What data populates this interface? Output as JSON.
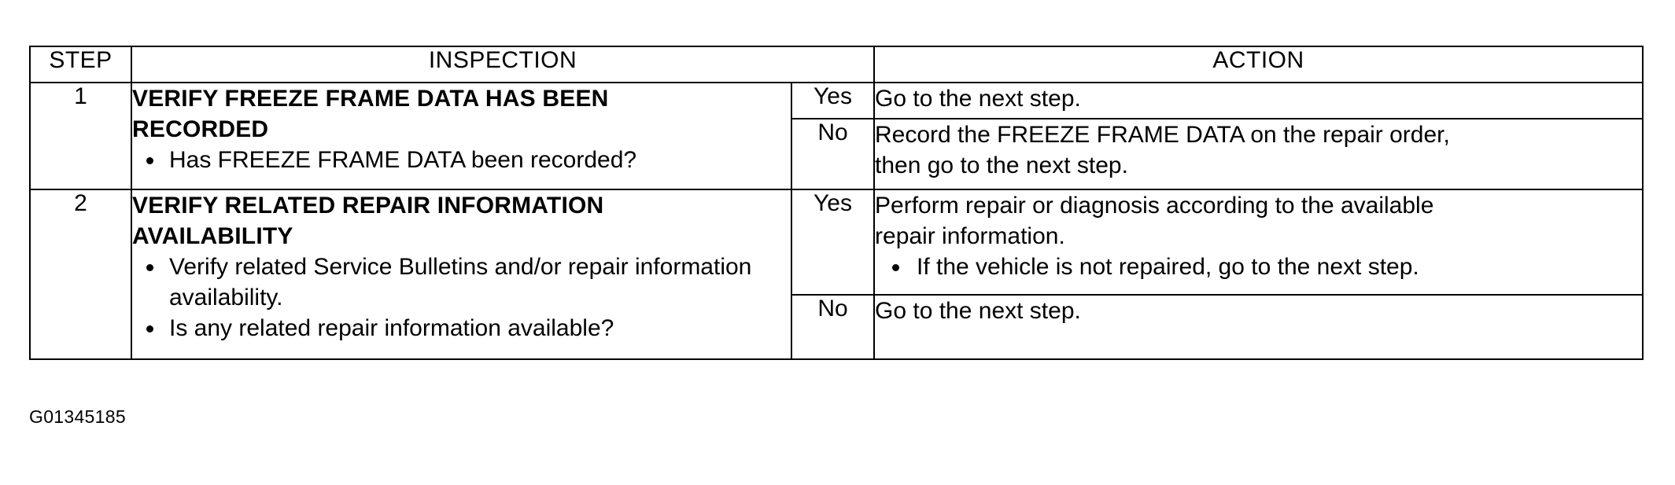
{
  "document": {
    "caption": "G01345185"
  },
  "table": {
    "headers": {
      "step": "STEP",
      "inspection": "INSPECTION",
      "action": "ACTION"
    },
    "rows": [
      {
        "step": "1",
        "inspection": {
          "title_lines": [
            "VERIFY FREEZE FRAME DATA HAS BEEN",
            "RECORDED"
          ],
          "bullets": [
            "Has FREEZE FRAME DATA been recorded?"
          ]
        },
        "branches": [
          {
            "answer": "Yes",
            "lines": [
              "Go to the next step."
            ],
            "bullets": []
          },
          {
            "answer": "No",
            "lines": [
              "Record the FREEZE FRAME DATA on the repair order,",
              "then go to the next step."
            ],
            "bullets": []
          }
        ]
      },
      {
        "step": "2",
        "inspection": {
          "title_lines": [
            "VERIFY RELATED REPAIR INFORMATION",
            "AVAILABILITY"
          ],
          "bullets": [
            "Verify related Service Bulletins and/or repair information availability.",
            "Is any related repair information available?"
          ]
        },
        "branches": [
          {
            "answer": "Yes",
            "lines": [
              "Perform repair or diagnosis according to the available",
              "repair information."
            ],
            "bullets": [
              "If the vehicle is not repaired, go to the next step."
            ]
          },
          {
            "answer": "No",
            "lines": [
              "Go to the next step."
            ],
            "bullets": []
          }
        ]
      }
    ]
  }
}
